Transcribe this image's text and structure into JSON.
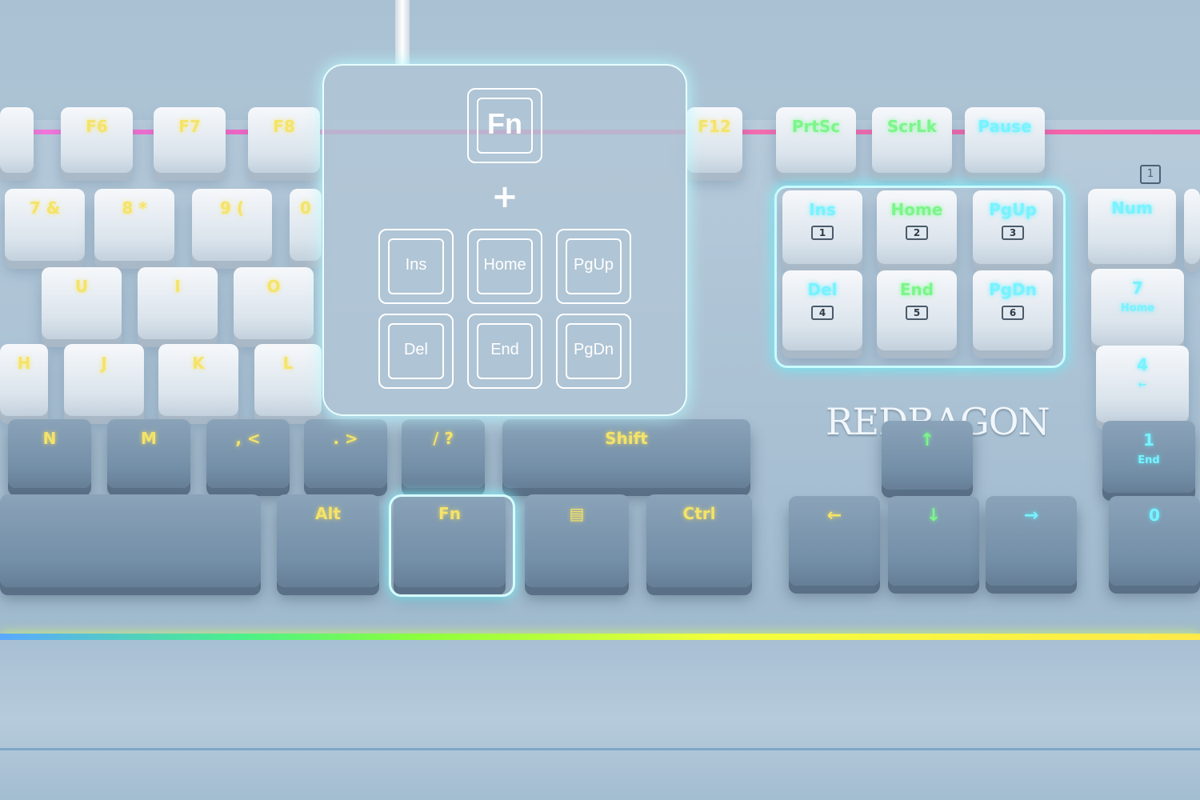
{
  "brand": "REDRAGON",
  "popup": {
    "modifier": "Fn",
    "plus": "+",
    "keys": [
      "Ins",
      "Home",
      "PgUp",
      "Del",
      "End",
      "PgDn"
    ]
  },
  "keys": {
    "f6": "F6",
    "f7": "F7",
    "f8": "F8",
    "f12": "F12",
    "prtsc": "PrtSc",
    "scrlk": "ScrLk",
    "pause": "Pause",
    "k7": "7 &",
    "k8": "8 *",
    "k9": "9 (",
    "k0": "0",
    "u": "U",
    "i": "I",
    "o": "O",
    "h": "H",
    "j": "J",
    "k": "K",
    "l": "L",
    "n": "N",
    "m": "M",
    "comma": ", <",
    "period": ". >",
    "slash": "/ ?",
    "shift": "Shift",
    "alt": "Alt",
    "fn": "Fn",
    "ctrl": "Ctrl",
    "ins": "Ins",
    "home": "Home",
    "pgup": "PgUp",
    "del": "Del",
    "end": "End",
    "pgdn": "PgDn",
    "ins_sub": "1",
    "home_sub": "2",
    "pgup_sub": "3",
    "del_sub": "4",
    "end_sub": "5",
    "pgdn_sub": "6",
    "num": "Num",
    "num_badge": "1",
    "np7": "7",
    "np7_sub": "Home",
    "np4": "4",
    "np4_sub": "←",
    "np1": "1",
    "np1_sub": "End",
    "np0": "0",
    "up": "↑",
    "down": "↓",
    "left": "←",
    "right": "→"
  },
  "colors": {
    "legend_yellow": "#f4e36a",
    "legend_cyan": "#77f3ff",
    "legend_green": "#7cf58a",
    "glow": "#7ff7ff"
  }
}
